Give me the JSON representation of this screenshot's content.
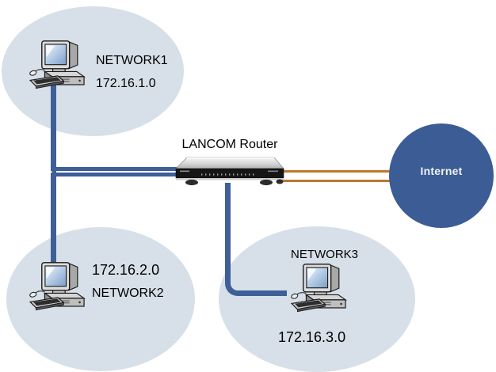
{
  "networks": [
    {
      "label": "NETWORK1",
      "ip": "172.16.1.0"
    },
    {
      "label": "NETWORK2",
      "ip": "172.16.2.0"
    },
    {
      "label": "NETWORK3",
      "ip": "172.16.3.0"
    }
  ],
  "router": {
    "label": "LANCOM Router"
  },
  "internet": {
    "label": "Internet"
  },
  "icons": {
    "computer": "desktop-computer-icon",
    "router": "router-device-icon"
  },
  "colors": {
    "network_ellipse_fill": "#d7e0e8",
    "internet_circle_fill": "#3b5c95",
    "lan_link": "#3e5f98",
    "wan_link": "#c0772e",
    "label_text": "#000000",
    "internet_text": "#f2f2f2"
  }
}
